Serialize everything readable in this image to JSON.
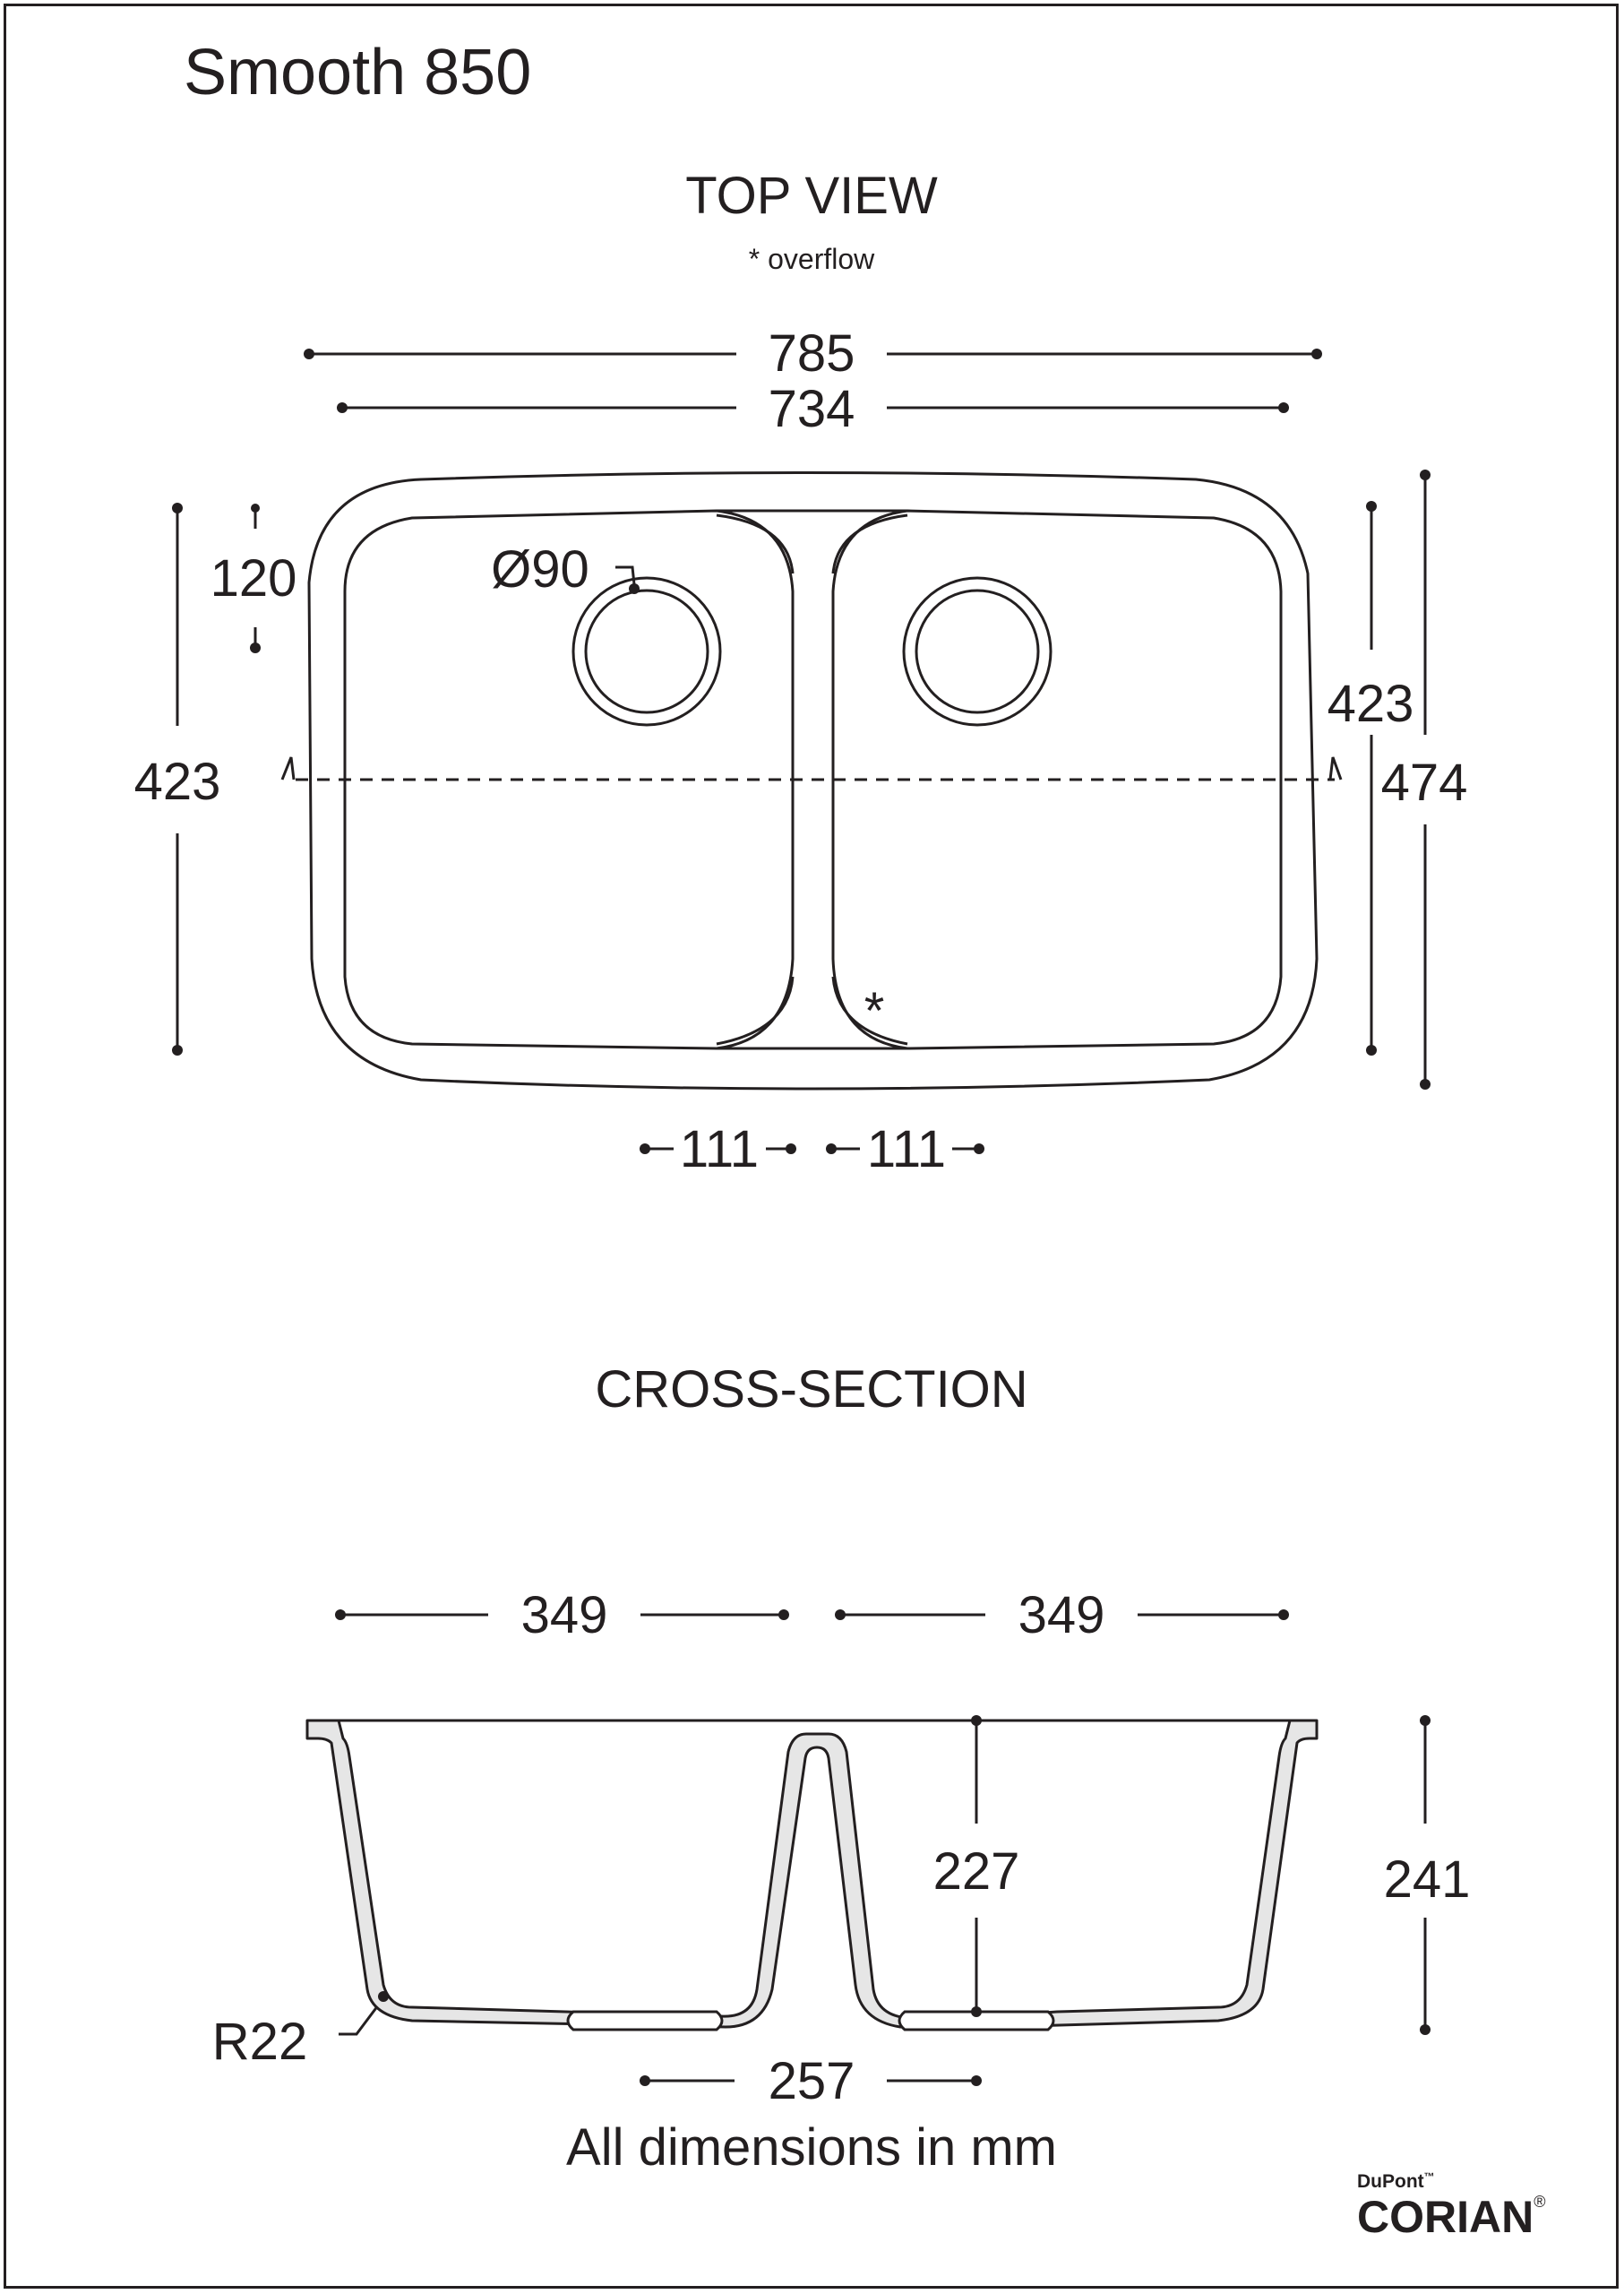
{
  "title": "Smooth 850",
  "top_view": {
    "heading": "TOP VIEW",
    "note": "* overflow",
    "asterisk": "*",
    "dims": {
      "overall_width": "785",
      "inner_width": "734",
      "drain_offset": "120",
      "drain_diameter": "Ø90",
      "left_depth": "423",
      "right_inner_depth": "423",
      "overall_depth": "474",
      "divider_left": "111",
      "divider_right": "111"
    }
  },
  "cross_section": {
    "heading": "CROSS-SECTION",
    "dims": {
      "left_bowl_width": "349",
      "right_bowl_width": "349",
      "bowl_depth": "227",
      "overall_height": "241",
      "radius": "R22",
      "bottom_width": "257"
    }
  },
  "footer_note": "All dimensions in mm",
  "brand": {
    "company": "DuPont",
    "company_mark": "™",
    "product": "CORIAN",
    "product_mark": "®"
  },
  "colors": {
    "ink": "#231f20",
    "section_fill": "#e6e6e6",
    "background": "#ffffff"
  }
}
